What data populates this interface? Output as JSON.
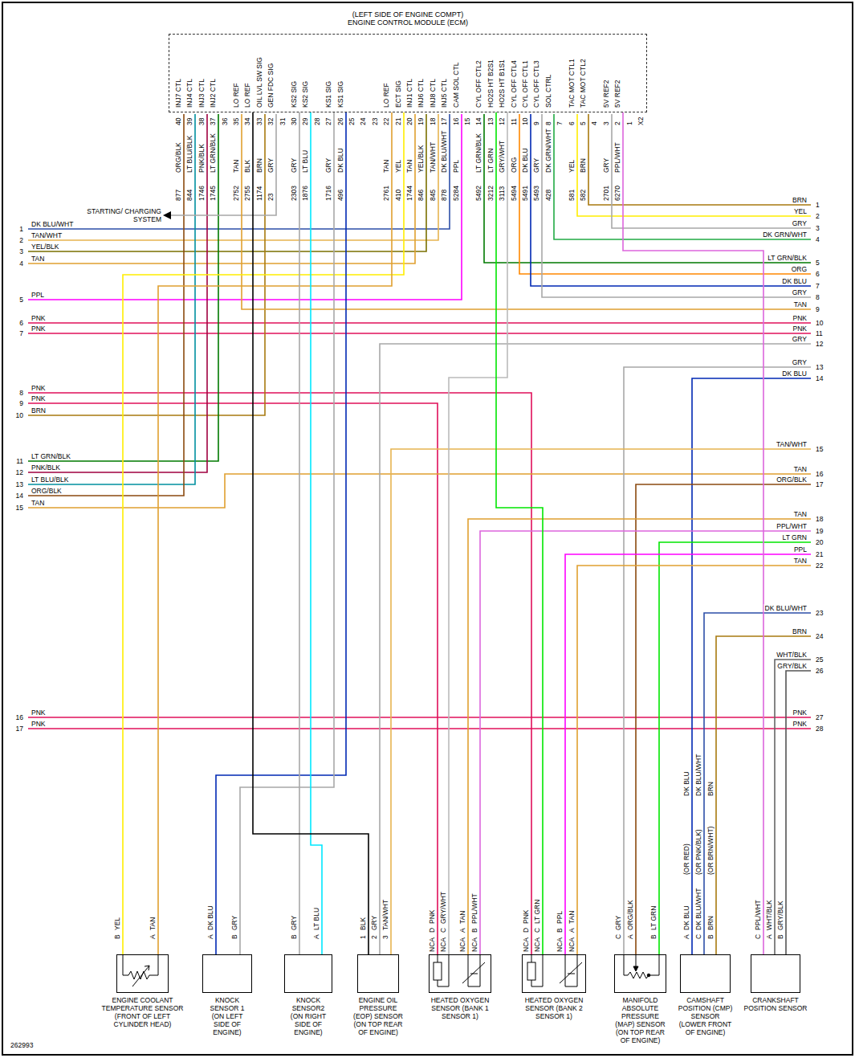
{
  "diagram": {
    "nodes": [
      {
        "text": [
          "(LEFT SIDE OF ENGINE COMPT) ENGINE CONTROL MODULE (ECM)"
        ]
      },
      {
        "text": [
          "ENGINE COOLANT TEMPERATURE SENSOR (FRONT OF LEFT CYLINDER HEAD)"
        ]
      },
      {
        "text": [
          "KNOCK SENSOR 1 (ON LEFT SIDE OF ENGINE)"
        ]
      },
      {
        "text": [
          "KNOCK SENSOR2 (ON RIGHT SIDE OF ENGINE)"
        ]
      },
      {
        "text": [
          "ENGINE OIL PRESSURE (EOP) SENSOR (ON TOP REAR OF ENGINE)"
        ]
      },
      {
        "text": [
          "HEATED OXYGEN SENSOR (BANK 1 SENSOR 1)"
        ]
      },
      {
        "text": [
          "HEATED OXYGEN SENSOR (BANK 2 SENSOR 1)"
        ]
      },
      {
        "text": [
          "MANIFOLD ABSOLUTE PRESSURE (MAP) SENSOR (ON TOP REAR OF ENGINE)"
        ]
      },
      {
        "text": [
          "CAMSHAFT POSITION (CMP) SENSOR (LOWER FRONT OF ENGINE)"
        ]
      },
      {
        "text": [
          "CRANKSHAFT POSITION SENSOR"
        ]
      }
    ],
    "edges": [
      {
        "from": 0,
        "to": 1,
        "arrow": "none"
      },
      {
        "from": 0,
        "to": 1,
        "arrow": "none"
      },
      {
        "from": 0,
        "to": 2,
        "arrow": "none"
      },
      {
        "from": 0,
        "to": 2,
        "arrow": "none"
      },
      {
        "from": 0,
        "to": 3,
        "arrow": "none"
      },
      {
        "from": 0,
        "to": 3,
        "arrow": "none"
      },
      {
        "from": 0,
        "to": 4,
        "arrow": "none"
      },
      {
        "from": 0,
        "to": 5,
        "arrow": "none"
      },
      {
        "from": 0,
        "to": 6,
        "arrow": "none"
      },
      {
        "from": 0,
        "to": 9,
        "arrow": "none"
      }
    ],
    "labels": [
      "INJ7 CTL",
      "INJ4 CTL",
      "INJ3 CTL",
      "INJ2 CTL",
      "LO REF",
      "LO REF",
      "OIL LVL SW SIG",
      "GEN FDC SIG",
      "KS2 SIG",
      "KS2 SIG",
      "KS1 SIG",
      "KS1 SIG",
      "LO REF",
      "ECT SIG",
      "INJ1 CTL",
      "INJ6 CTL",
      "INJ8 CTL",
      "INJ5 CTL",
      "CAM SOL CTL",
      "CYL OFF CTL2",
      "HO2S HT B2S1",
      "HO2S HT B1S1",
      "CYL OFF CTL4",
      "CYL OFF CTL1",
      "CYL OFF CTL3",
      "SOL CTRL",
      "TAC MOT CTL1",
      "TAC MOT CTL2",
      "5V REF2",
      "5V REF2",
      "40",
      "39",
      "38",
      "37",
      "36",
      "35",
      "34",
      "33",
      "32",
      "31",
      "30",
      "29",
      "28",
      "27",
      "26",
      "25",
      "24",
      "23",
      "22",
      "21",
      "20",
      "19",
      "18",
      "17",
      "16",
      "15",
      "14",
      "13",
      "12",
      "11",
      "10",
      "9",
      "8",
      "7",
      "6",
      "5",
      "4",
      "3",
      "2",
      "1",
      "X2",
      "ORG/BLK",
      "LT BLU/BLK",
      "PNK/BLK",
      "LT GRN/BLK",
      "TAN",
      "BLK",
      "BRN",
      "GRY",
      "GRY",
      "LT BLU",
      "GRY",
      "DK BLU",
      "TAN",
      "YEL",
      "TAN",
      "YEL/BLK",
      "TAN/WHT",
      "DK BLU/WHT",
      "PPL",
      "LT GRN/BLK",
      "LT GRN",
      "GRY/WHT",
      "ORG",
      "DK BLU",
      "GRY",
      "DK GRN/WHT",
      "YEL",
      "BRN",
      "GRY",
      "PPL/WHT",
      "877",
      "844",
      "1746",
      "1745",
      "2752",
      "2755",
      "1174",
      "23",
      "2303",
      "1876",
      "1716",
      "496",
      "2761",
      "410",
      "1744",
      "846",
      "845",
      "878",
      "5284",
      "5492",
      "3212",
      "3113",
      "5494",
      "5491",
      "5493",
      "428",
      "581",
      "582",
      "2701",
      "6270",
      "STARTING/ CHARGING SYSTEM",
      "1",
      "DK BLU/WHT",
      "2",
      "TAN/WHT",
      "3",
      "YEL/BLK",
      "4",
      "TAN",
      "5",
      "PPL",
      "6",
      "PNK",
      "7",
      "PNK",
      "8",
      "PNK",
      "9",
      "PNK",
      "10",
      "BRN",
      "11",
      "LT GRN/BLK",
      "12",
      "PNK/BLK",
      "13",
      "LT BLU/BLK",
      "14",
      "ORG/BLK",
      "15",
      "TAN",
      "16",
      "PNK",
      "17",
      "PNK",
      "1",
      "BRN",
      "2",
      "YEL",
      "3",
      "GRY",
      "4",
      "DK GRN/WHT",
      "5",
      "LT GRN/BLK",
      "6",
      "ORG",
      "7",
      "DK BLU",
      "8",
      "GRY",
      "9",
      "TAN",
      "10",
      "PNK",
      "11",
      "PNK",
      "12",
      "GRY",
      "13",
      "GRY",
      "14",
      "DK BLU",
      "15",
      "TAN/WHT",
      "16",
      "TAN",
      "17",
      "ORG/BLK",
      "18",
      "TAN",
      "19",
      "PPL/WHT",
      "20",
      "LT GRN",
      "21",
      "PPL",
      "22",
      "TAN",
      "23",
      "DK BLU/WHT",
      "24",
      "BRN",
      "25",
      "WHT/BLK",
      "26",
      "GRY/BLK",
      "27",
      "PNK",
      "28",
      "PNK",
      "B",
      "YEL",
      "A",
      "TAN",
      "A",
      "DK BLU",
      "B",
      "GRY",
      "B",
      "GRY",
      "A",
      "LT BLU",
      "1",
      "BLK",
      "2",
      "GRY",
      "3",
      "TAN/WHT",
      "D",
      "PNK",
      "C",
      "GRY/WHT",
      "A",
      "TAN",
      "B",
      "PPL/WHT",
      "NCA",
      "NCA",
      "NCA",
      "NCA",
      "D",
      "PNK",
      "C",
      "LT GRN",
      "B",
      "PPL",
      "A",
      "TAN",
      "NCA",
      "NCA",
      "NCA",
      "NCA",
      "C",
      "GRY",
      "A",
      "ORG/BLK",
      "B",
      "LT GRN",
      "DK BLU",
      "DK BLU/WHT",
      "BRN",
      "(OR RED)",
      "(OR PNK/BLK)",
      "(OR BRN/WHT)",
      "A",
      "DK BLU",
      "C",
      "DK BLU/WHT",
      "B",
      "BRN",
      "C",
      "PPL/WHT",
      "A",
      "WHT/BLK",
      "B",
      "GRY/BLK",
      "262993"
    ]
  }
}
